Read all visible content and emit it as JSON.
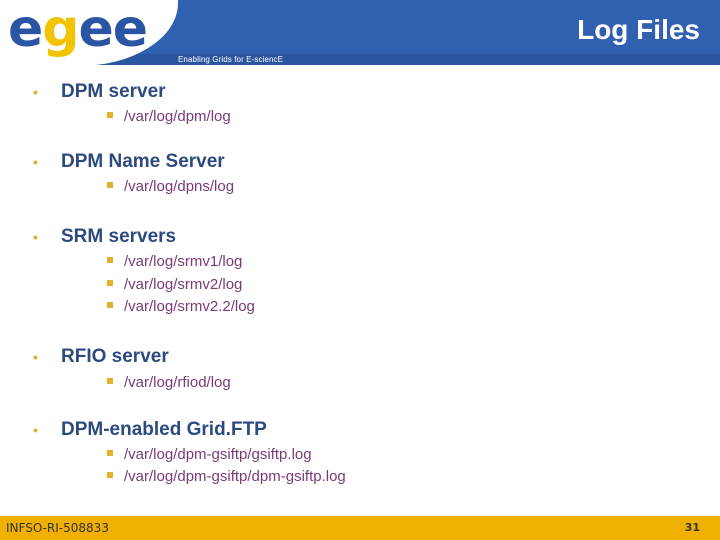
{
  "header": {
    "logo": "egee",
    "logo_letters": [
      "e",
      "g",
      "e",
      "e"
    ],
    "tagline": "Enabling Grids for E-sciencE",
    "title": "Log Files",
    "colors": {
      "blue": "#3060b0",
      "logo_blue": "#2a55a5",
      "logo_yellow": "#f2c300"
    }
  },
  "bullets": [
    {
      "label": "DPM server",
      "items": [
        "/var/log/dpm/log"
      ]
    },
    {
      "label": "DPM Name Server",
      "items": [
        "/var/log/dpns/log"
      ]
    },
    {
      "label": "SRM servers",
      "items": [
        "/var/log/srmv1/log",
        "/var/log/srmv2/log",
        "/var/log/srmv2.2/log"
      ]
    },
    {
      "label": "RFIO server",
      "items": [
        "/var/log/rfiod/log"
      ]
    },
    {
      "label": "DPM-enabled Grid.FTP",
      "items": [
        "/var/log/dpm-gsiftp/gsiftp.log",
        "/var/log/dpm-gsiftp/dpm-gsiftp.log"
      ]
    }
  ],
  "icons": {
    "bullet": "•"
  },
  "footer": {
    "project_id": "INFSO-RI-508833",
    "page_number": "31",
    "color": "#f0b000"
  }
}
